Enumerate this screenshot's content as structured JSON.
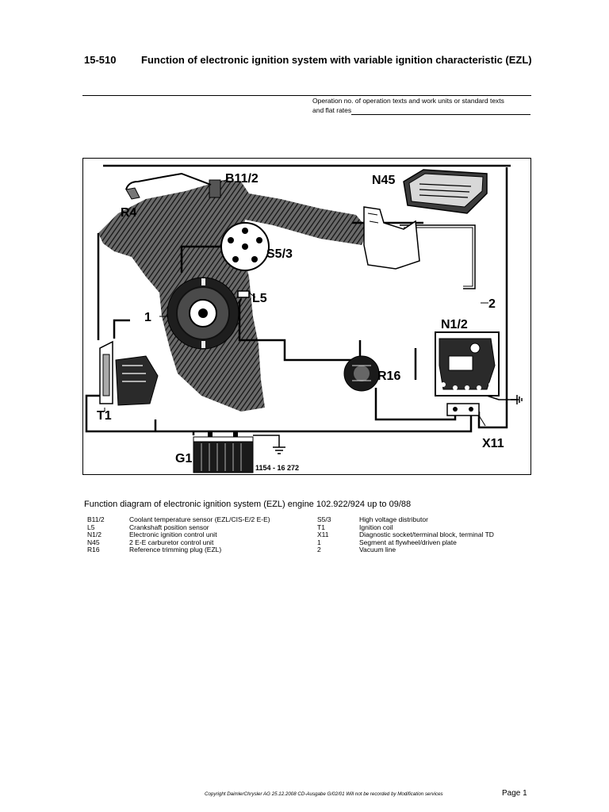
{
  "header": {
    "code": "15-510",
    "title": "Function of electronic ignition system with variable ignition characteristic (EZL)"
  },
  "operation": {
    "line1": "Operation no. of operation texts and work units or standard texts",
    "line2": "and flat rates"
  },
  "diagram": {
    "labels": {
      "b11_2": "B11/2",
      "n45": "N45",
      "r4": "R4",
      "s5_3": "S5/3",
      "l5": "L5",
      "one": "1",
      "two": "2",
      "n1_2": "N1/2",
      "r16": "R16",
      "t1": "T1",
      "x11": "X11",
      "g1": "G1",
      "ref": "1154 - 16 272"
    },
    "colors": {
      "wire": "#000000",
      "hatch": "#2b2b2b",
      "background": "#ffffff"
    }
  },
  "caption": "Function diagram of electronic ignition system (EZL) engine 102.922/924 up to 09/88",
  "legend_left": [
    {
      "code": "B11/2",
      "text": "Coolant temperature sensor (EZL/CIS-E/2 E-E)"
    },
    {
      "code": "L5",
      "text": "Crankshaft position sensor"
    },
    {
      "code": "N1/2",
      "text": "Electronic ignition control unit"
    },
    {
      "code": "N45",
      "text": "2 E-E carburetor control unit"
    },
    {
      "code": "R16",
      "text": "Reference trimming plug (EZL)"
    }
  ],
  "legend_right": [
    {
      "code": "S5/3",
      "text": "High voltage distributor"
    },
    {
      "code": "T1",
      "text": "Ignition coil"
    },
    {
      "code": "X11",
      "text": "Diagnostic socket/terminal block, terminal TD"
    },
    {
      "code": "1",
      "text": "Segment at flywheel/driven plate"
    },
    {
      "code": "2",
      "text": "Vacuum line"
    }
  ],
  "footer": {
    "copyright": "Copyright DaimlerChrysler AG  25.12.2008 CD-Ausgabe G/02/01 Will not be recorded by Modification services",
    "page": "Page 1"
  }
}
